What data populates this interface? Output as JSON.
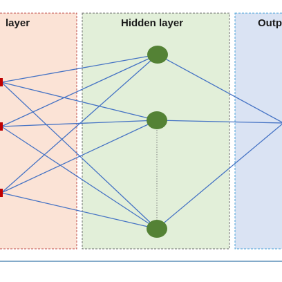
{
  "panels": {
    "input": {
      "label": "layer",
      "fill": "#fbe3d6",
      "border": "#c0504d"
    },
    "hidden": {
      "label": "Hidden layer",
      "fill": "#e2efd9",
      "border": "#6f6f6f"
    },
    "output": {
      "label": "Outp",
      "fill": "#dae3f3",
      "border": "#4aa3d8"
    }
  },
  "colors": {
    "connection": "#4472c4",
    "input_node": "#c00000",
    "hidden_node": "#548235",
    "dotted_link": "#7f7f7f",
    "bottom_rule": "#5b8fb9"
  },
  "network": {
    "input_nodes": 3,
    "hidden_nodes": 3,
    "output_nodes": 1,
    "fully_connected": true
  }
}
